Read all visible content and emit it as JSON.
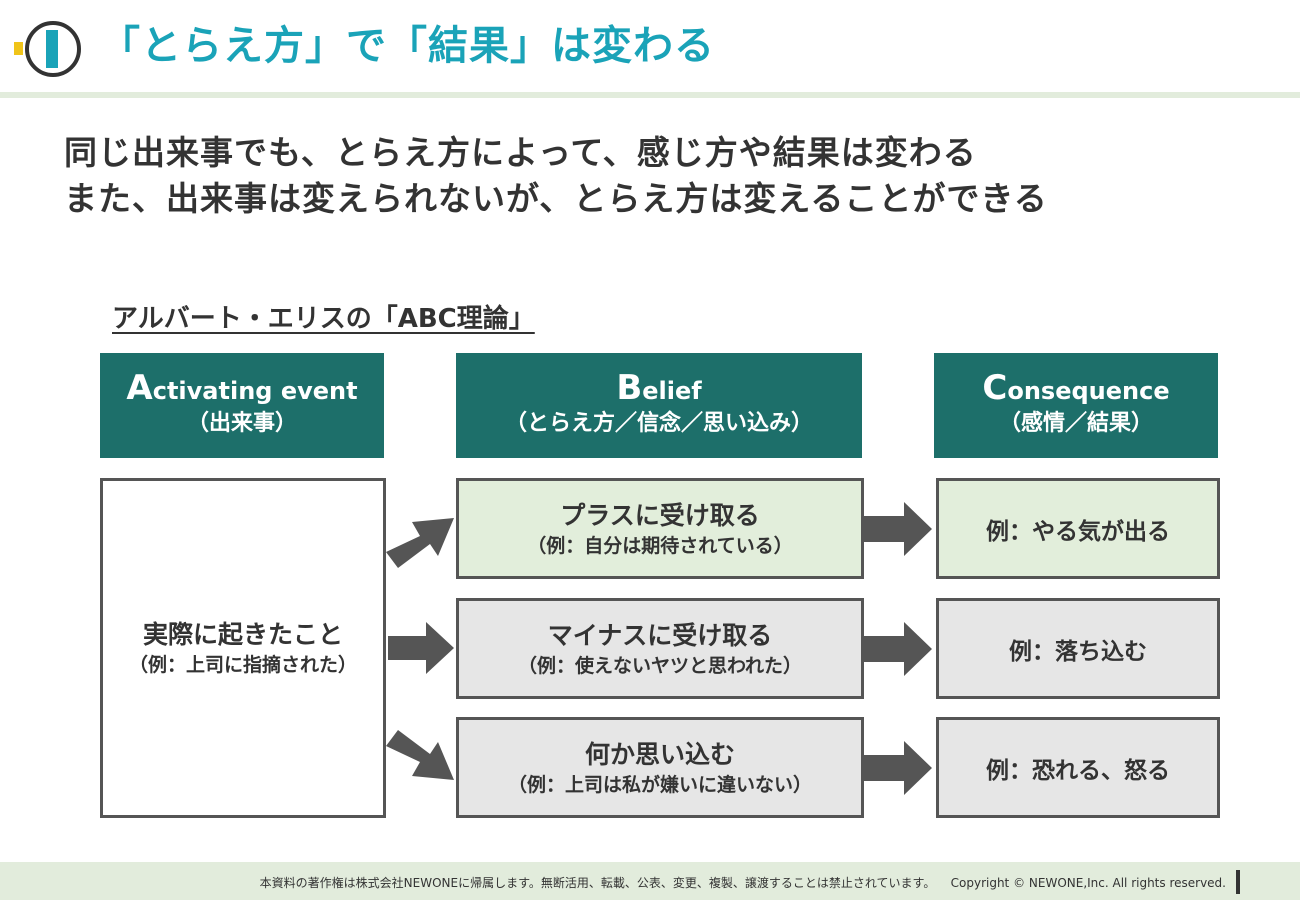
{
  "header": {
    "title": "「とらえ方」で「結果」は変わる",
    "accent_color": "#1aa3b8",
    "logo_icon": "logo-mark-icon"
  },
  "headline": {
    "line1": "同じ出来事でも、とらえ方によって、感じ方や結果は変わる",
    "line2": "また、出来事は変えられないが、とらえ方は変えることができる"
  },
  "abc_title": "アルバート・エリスの「ABC理論」",
  "columns": [
    {
      "cap": "A",
      "rest": "ctivating event",
      "ja": "（出来事）"
    },
    {
      "cap": "B",
      "rest": "elief",
      "ja": "（とらえ方／信念／思い込み）"
    },
    {
      "cap": "C",
      "rest": "onsequence",
      "ja": "（感情／結果）"
    }
  ],
  "event": {
    "main": "実際に起きたこと",
    "sub": "（例：上司に指摘された）"
  },
  "beliefs": [
    {
      "main": "プラスに受け取る",
      "sub": "（例：自分は期待されている）"
    },
    {
      "main": "マイナスに受け取る",
      "sub": "（例：使えないヤツと思われた）"
    },
    {
      "main": "何か思い込む",
      "sub": "（例：上司は私が嫌いに違いない）"
    }
  ],
  "consequences": [
    {
      "label": "例：やる気が出る"
    },
    {
      "label": "例：落ち込む"
    },
    {
      "label": "例：恐れる、怒る"
    }
  ],
  "colors": {
    "header_fill": "#1d6f6a",
    "positive_fill": "#e2eedb",
    "neutral_fill": "#e6e6e6",
    "arrow": "#555555"
  },
  "footer": {
    "notice": "本資料の著作権は株式会社NEWONEに帰属します。無断活用、転載、公表、変更、複製、譲渡することは禁止されています。",
    "copyright": "Copyright © NEWONE,Inc. All rights reserved."
  }
}
